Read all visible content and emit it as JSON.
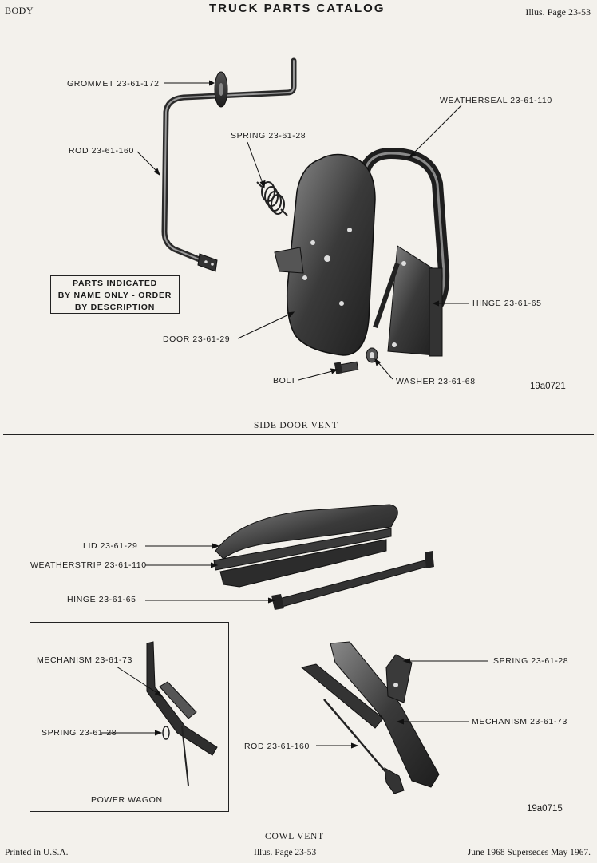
{
  "header": {
    "section": "BODY",
    "title": "TRUCK PARTS CATALOG",
    "page_ref": "Illus. Page 23-53"
  },
  "top_figure": {
    "labels": {
      "grommet": "GROMMET 23-61-172",
      "rod": "ROD 23-61-160",
      "spring": "SPRING 23-61-28",
      "weatherseal": "WEATHERSEAL 23-61-110",
      "hinge": "HINGE 23-61-65",
      "door": "DOOR 23-61-29",
      "bolt": "BOLT",
      "washer": "WASHER 23-61-68"
    },
    "notice": [
      "PARTS INDICATED",
      "BY NAME ONLY - ORDER",
      "BY DESCRIPTION"
    ],
    "illustration_number": "19a0721",
    "caption": "SIDE DOOR VENT"
  },
  "bottom_figure": {
    "labels": {
      "lid": "LID 23-61-29",
      "weatherstrip": "WEATHERSTRIP 23-61-110",
      "hinge": "HINGE 23-61-65",
      "mechanism_box": "MECHANISM 23-61-73",
      "spring_box": "SPRING 23-61-28",
      "spring": "SPRING 23-61-28",
      "mechanism": "MECHANISM 23-61-73",
      "rod": "ROD 23-61-160"
    },
    "box_caption": "POWER WAGON",
    "illustration_number": "19a0715",
    "caption": "COWL VENT"
  },
  "footer": {
    "left": "Printed in U.S.A.",
    "center": "Illus. Page 23-53",
    "right": "June 1968 Supersedes May 1967."
  }
}
